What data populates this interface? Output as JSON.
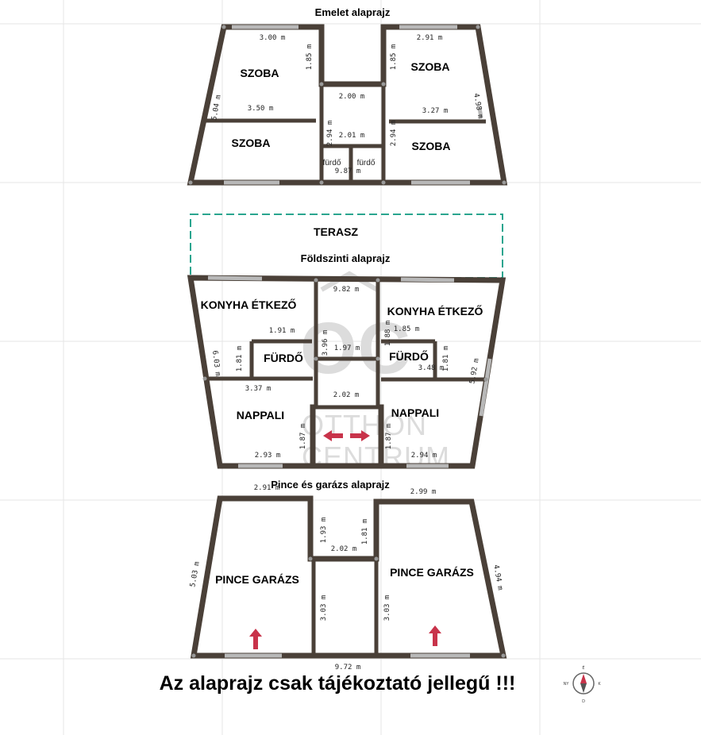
{
  "floors": {
    "upper": {
      "title": "Emelet alaprajz",
      "rooms": [
        "SZOBA",
        "SZOBA",
        "SZOBA",
        "SZOBA",
        "fürdő",
        "fürdő"
      ],
      "dims": [
        "3.00 m",
        "2.91 m",
        "1.85 m",
        "1.85 m",
        "2.00 m",
        "3.50 m",
        "3.27 m",
        "5.04 m",
        "4.98 m",
        "2.01 m",
        "2.94 m",
        "2.94 m",
        "9.87 m"
      ]
    },
    "ground": {
      "terrace": "TERASZ",
      "title": "Földszinti alaprajz",
      "rooms": [
        "KONYHA ÉTKEZŐ",
        "KONYHA ÉTKEZŐ",
        "FÜRDŐ",
        "FÜRDŐ",
        "NAPPALI",
        "NAPPALI"
      ],
      "dims": [
        "9.82 m",
        "1.91 m",
        "1.85 m",
        "1.97 m",
        "3.96 m",
        "1.88 m",
        "1.81 m",
        "1.81 m",
        "6.03 m",
        "3.48 m",
        "5.92 m",
        "3.37 m",
        "2.02 m",
        "1.87 m",
        "1.87 m",
        "2.93 m",
        "2.94 m"
      ]
    },
    "basement": {
      "title": "Pince és garázs alaprajz",
      "rooms": [
        "PINCE GARÁZS",
        "PINCE GARÁZS"
      ],
      "dims": [
        "2.91 m",
        "2.99 m",
        "1.93 m",
        "1.81 m",
        "2.02 m",
        "5.03 m",
        "4.94 m",
        "3.03 m",
        "3.03 m",
        "9.72 m"
      ]
    }
  },
  "watermark": {
    "mark": "OC",
    "line1": "OTTHON",
    "line2": "CENTRUM"
  },
  "disclaimer": "Az alaprajz csak tájékoztató jellegű !!!",
  "compass": {
    "n": "É",
    "e": "K",
    "s": "D",
    "w": "NY"
  },
  "colors": {
    "wall": "#4a4038",
    "terrace_border": "#2aa58f",
    "arrow": "#c8334a",
    "window": "#b8b8b8"
  }
}
